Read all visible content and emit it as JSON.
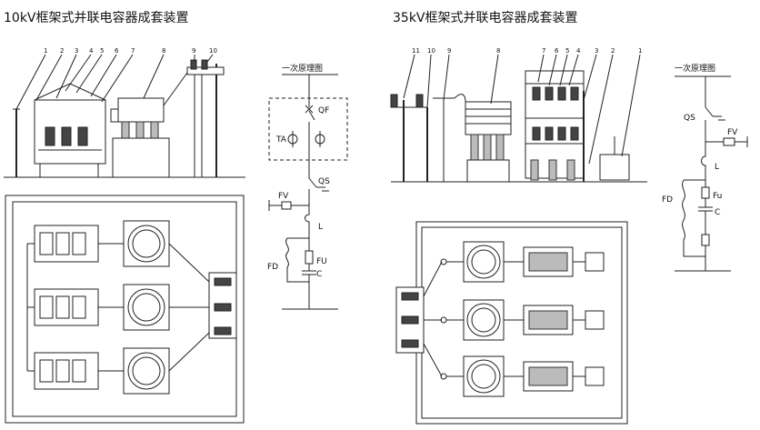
{
  "left": {
    "title": "10kV框架式并联电容器成套装置",
    "schematic_title": "一次原理图",
    "callouts": [
      "1",
      "2",
      "3",
      "4",
      "5",
      "6",
      "7",
      "8",
      "9",
      "10"
    ],
    "labels": {
      "qf": "QF",
      "ta": "TA",
      "qs": "QS",
      "fv": "FV",
      "l": "L",
      "fd": "FD",
      "fu": "FU",
      "c": "C"
    }
  },
  "right": {
    "title": "35kV框架式并联电容器成套装置",
    "schematic_title": "一次原理图",
    "callouts": [
      "11",
      "10",
      "9",
      "8",
      "7",
      "6",
      "5",
      "4",
      "3",
      "2",
      "1"
    ],
    "labels": {
      "qs": "QS",
      "fv": "FV",
      "l": "L",
      "fd": "FD",
      "fu": "Fu",
      "c": "C"
    }
  }
}
